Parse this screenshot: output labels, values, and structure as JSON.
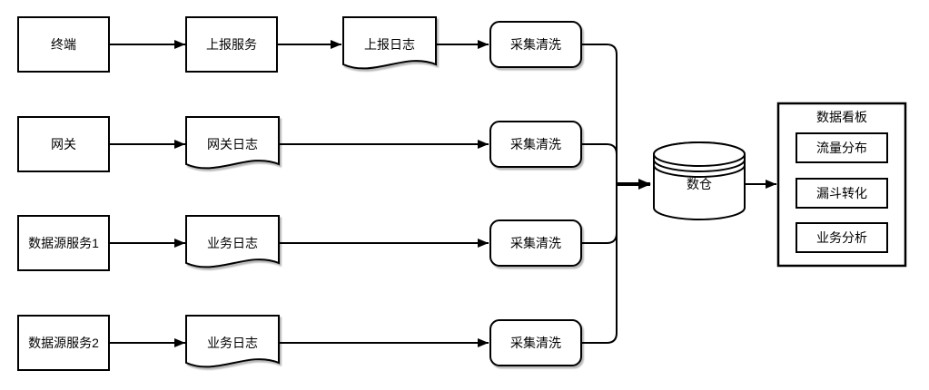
{
  "diagram": {
    "background": "#ffffff",
    "stroke_color": "#000000",
    "fill_color": "#ffffff",
    "rows": [
      {
        "source": "终端",
        "service": "上报服务",
        "log": "上报日志",
        "clean": "采集清洗"
      },
      {
        "source": "网关",
        "log": "网关日志",
        "clean": "采集清洗"
      },
      {
        "source": "数据源服务1",
        "log": "业务日志",
        "clean": "采集清洗"
      },
      {
        "source": "数据源服务2",
        "log": "业务日志",
        "clean": "采集清洗"
      }
    ],
    "warehouse": {
      "label": "数仓"
    },
    "dashboard": {
      "title": "数据看板",
      "panels": [
        "流量分布",
        "漏斗转化",
        "业务分析"
      ]
    },
    "edges": [
      {
        "from": "终端",
        "to": "上报服务"
      },
      {
        "from": "上报服务",
        "to": "上报日志"
      },
      {
        "from": "上报日志",
        "to": "采集清洗"
      },
      {
        "from": "网关",
        "to": "网关日志"
      },
      {
        "from": "网关日志",
        "to": "采集清洗"
      },
      {
        "from": "数据源服务1",
        "to": "业务日志"
      },
      {
        "from": "业务日志",
        "to": "采集清洗"
      },
      {
        "from": "数据源服务2",
        "to": "业务日志"
      },
      {
        "from": "业务日志",
        "to": "采集清洗"
      },
      {
        "from": "采集清洗",
        "to": "数仓"
      },
      {
        "from": "数仓",
        "to": "数据看板"
      }
    ]
  }
}
